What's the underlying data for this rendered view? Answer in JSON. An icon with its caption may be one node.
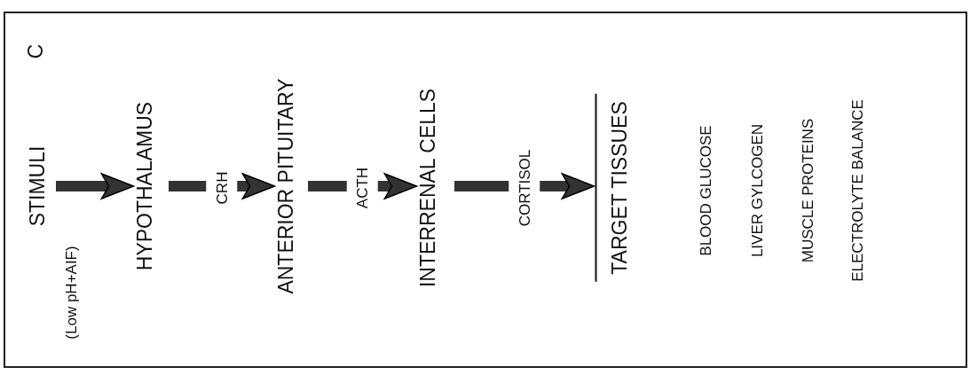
{
  "diagram": {
    "nodes": [
      {
        "text": [
          "STIMULI"
        ],
        "beside": [
          "(Low pH+AIF)"
        ]
      },
      {
        "text": [
          "HYPOTHALAMUS"
        ]
      },
      {
        "text": [
          "ANTERIOR PITUITARY"
        ]
      },
      {
        "text": [
          "INTERRENAL CELLS"
        ]
      },
      {
        "text": [
          "TARGET TISSUES"
        ]
      }
    ],
    "edges": [
      {
        "from": 0,
        "to": 1,
        "arrow": "to"
      },
      {
        "from": 1,
        "to": 2,
        "arrow": "to",
        "label": "CRH"
      },
      {
        "from": 2,
        "to": 3,
        "arrow": "to",
        "label": "ACTH"
      },
      {
        "from": 3,
        "to": 4,
        "arrow": "to",
        "label": "CORTISOL"
      }
    ],
    "labels": [
      "C",
      "BLOOD GLUCOSE",
      "LIVER GYLCOGEN",
      "MUSCLE PROTEINS",
      "ELECTROLYTE BALANCE"
    ]
  }
}
